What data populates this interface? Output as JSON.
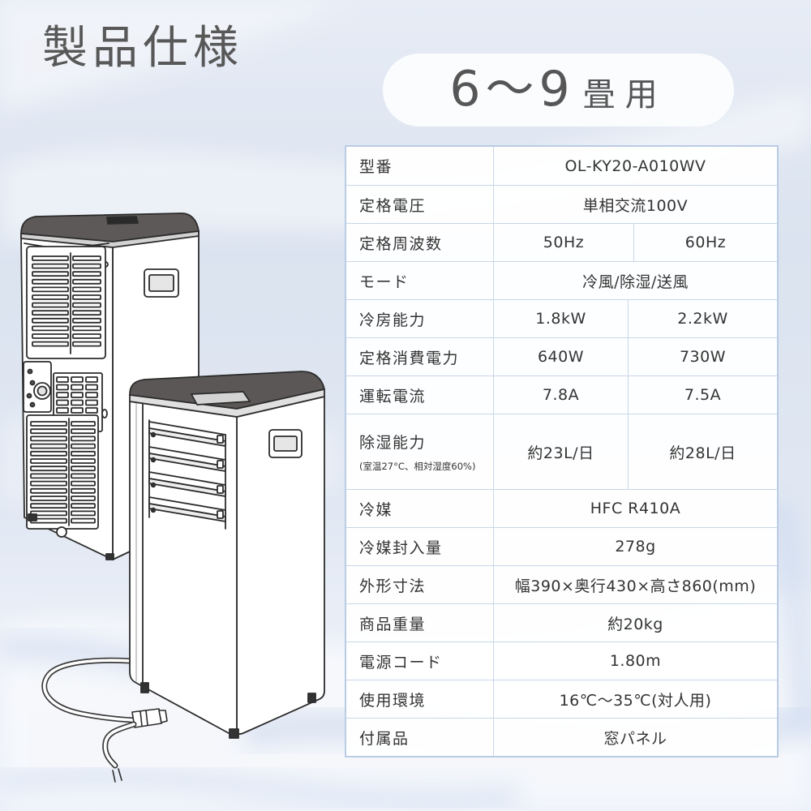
{
  "title": "製品仕様",
  "capacity": {
    "range": "6～9",
    "unit": "畳用"
  },
  "spec": {
    "rows": [
      {
        "label": "型番",
        "value": "OL-KY20-A010WV"
      },
      {
        "label": "定格電圧",
        "value": "単相交流100V"
      },
      {
        "label": "定格周波数",
        "values": [
          "50Hz",
          "60Hz"
        ]
      },
      {
        "label": "モード",
        "value": "冷風/除湿/送風"
      },
      {
        "label": "冷房能力",
        "values": [
          "1.8kW",
          "2.2kW"
        ]
      },
      {
        "label": "定格消費電力",
        "values": [
          "640W",
          "730W"
        ]
      },
      {
        "label": "運転電流",
        "values": [
          "7.8A",
          "7.5A"
        ]
      },
      {
        "label": "除湿能力",
        "note": "(室温27°C、相対湿度60%)",
        "values": [
          "約23L/日",
          "約28L/日"
        ]
      },
      {
        "label": "冷媒",
        "value": "HFC R410A"
      },
      {
        "label": "冷媒封入量",
        "value": "278g"
      },
      {
        "label": "外形寸法",
        "value": "幅390×奥行430×高さ860(mm)"
      },
      {
        "label": "商品重量",
        "value": "約20kg"
      },
      {
        "label": "電源コード",
        "value": "1.80m"
      },
      {
        "label": "使用環境",
        "value": "16℃～35℃(対人用)"
      },
      {
        "label": "付属品",
        "value": "窓パネル"
      }
    ]
  },
  "colors": {
    "title_text": "#585858",
    "badge_background": "#fbfcfe",
    "table_border": "#b9cce4",
    "table_grid": "#c9d7e9",
    "page_background": "#e1e8f3",
    "unit_top": "#5b5756"
  }
}
